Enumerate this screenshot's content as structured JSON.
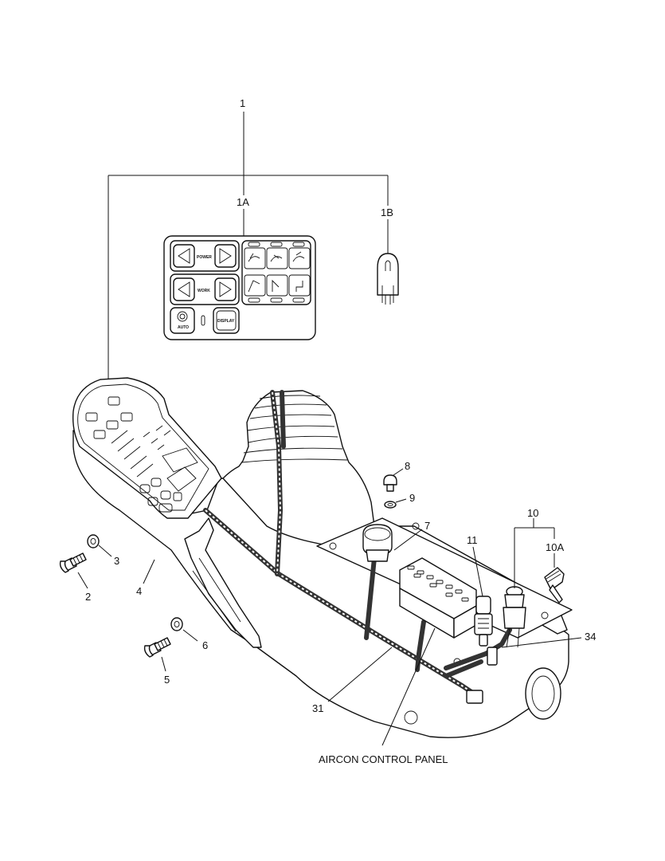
{
  "callouts": {
    "c1": "1",
    "c1a": "1A",
    "c1b": "1B",
    "c2": "2",
    "c3": "3",
    "c4": "4",
    "c5": "5",
    "c6": "6",
    "c7": "7",
    "c8": "8",
    "c9": "9",
    "c10": "10",
    "c10a": "10A",
    "c11": "11",
    "c31": "31",
    "c34": "34"
  },
  "aircon_label": "AIRCON CONTROL PANEL",
  "panel_1a": {
    "power": "POWER",
    "work": "WORK",
    "auto": "AUTO",
    "display": "DISPLAY"
  },
  "colors": {
    "line": "#111111",
    "background": "#ffffff"
  }
}
